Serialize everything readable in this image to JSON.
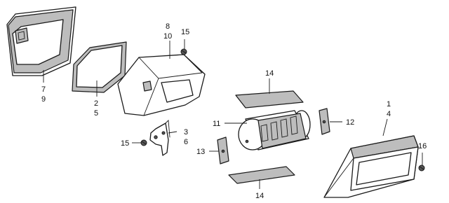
{
  "callouts": {
    "c7": "7",
    "c9": "9",
    "c2": "2",
    "c5": "5",
    "c8": "8",
    "c10": "10",
    "c15a": "15",
    "c15b": "15",
    "c3": "3",
    "c6": "6",
    "c14a": "14",
    "c14b": "14",
    "c11": "11",
    "c12": "12",
    "c13": "13",
    "c1": "1",
    "c4": "4",
    "c16": "16"
  },
  "colors": {
    "line": "#1a1a1a",
    "shade": "#bdbdbd",
    "background": "#ffffff"
  }
}
